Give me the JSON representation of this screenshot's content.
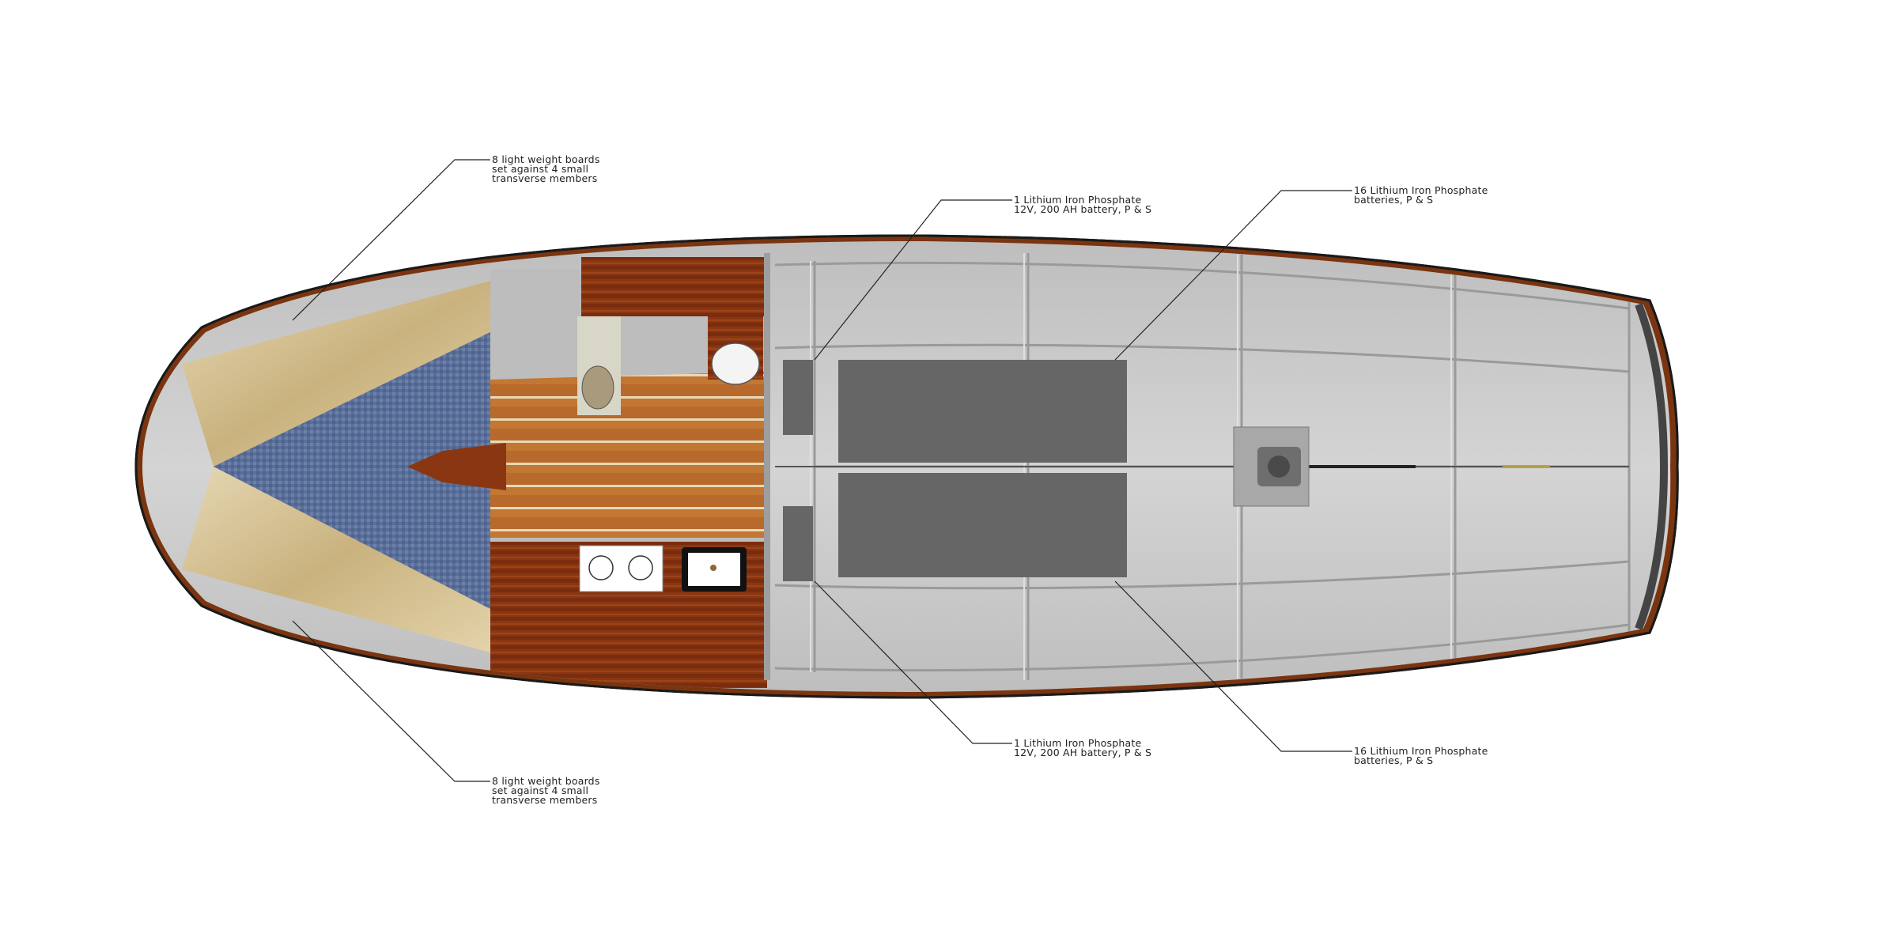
{
  "title": "",
  "callouts": {
    "top_left": "8 light weight boards\nset against 4 small\ntransverse members",
    "bottom_left": "8 light weight boards\nset against 4 small\ntransverse members",
    "top_mid": "1 Lithium Iron Phosphate\n12V, 200 AH battery, P & S",
    "bottom_mid": "1 Lithium Iron Phosphate\n12V, 200 AH battery, P & S",
    "top_right": "16 Lithium Iron Phosphate\nbatteries, P & S",
    "bottom_right": "16 Lithium Iron Phosphate\nbatteries, P & S"
  },
  "colors": {
    "hull_outline": "#1a1a1a",
    "rubrail": "#7a3510",
    "deck": "#c8c8c8",
    "battery": "#666666",
    "berth_cushion": "#5a6f98",
    "mahogany": "#8a3612",
    "teak": "#b86a2c",
    "light_wood": "#d9c8a0"
  },
  "icons": {
    "head": "toilet-icon",
    "sink": "sink-icon",
    "stove": "stove-icon",
    "motor": "electric-motor-icon"
  }
}
